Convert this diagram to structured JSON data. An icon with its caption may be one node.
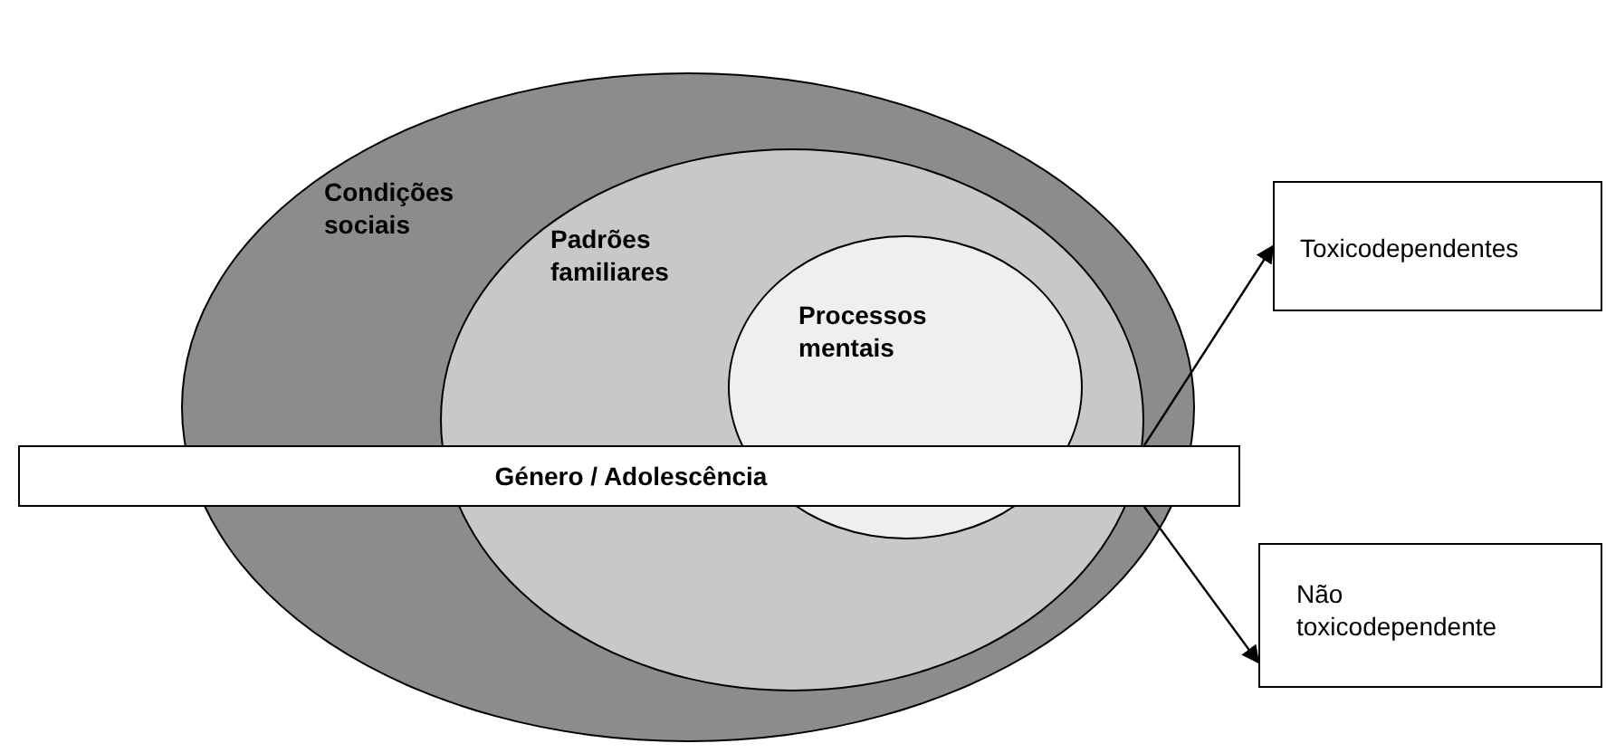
{
  "diagram": {
    "nodes": [
      {
        "text": [
          "Condições sociais"
        ]
      },
      {
        "text": [
          "Padrões familiares"
        ],
        "in": 0
      },
      {
        "text": [
          "Processos mentais"
        ],
        "in": 1
      },
      {
        "text": [
          "Género / Adolescência"
        ]
      },
      {
        "text": [
          "Toxicodependentes"
        ]
      },
      {
        "text": [
          "Não toxicodependente"
        ]
      }
    ],
    "edges": [
      {
        "from": 3,
        "to": 4,
        "arrow": "to"
      },
      {
        "from": 3,
        "to": 5,
        "arrow": "to"
      }
    ]
  }
}
